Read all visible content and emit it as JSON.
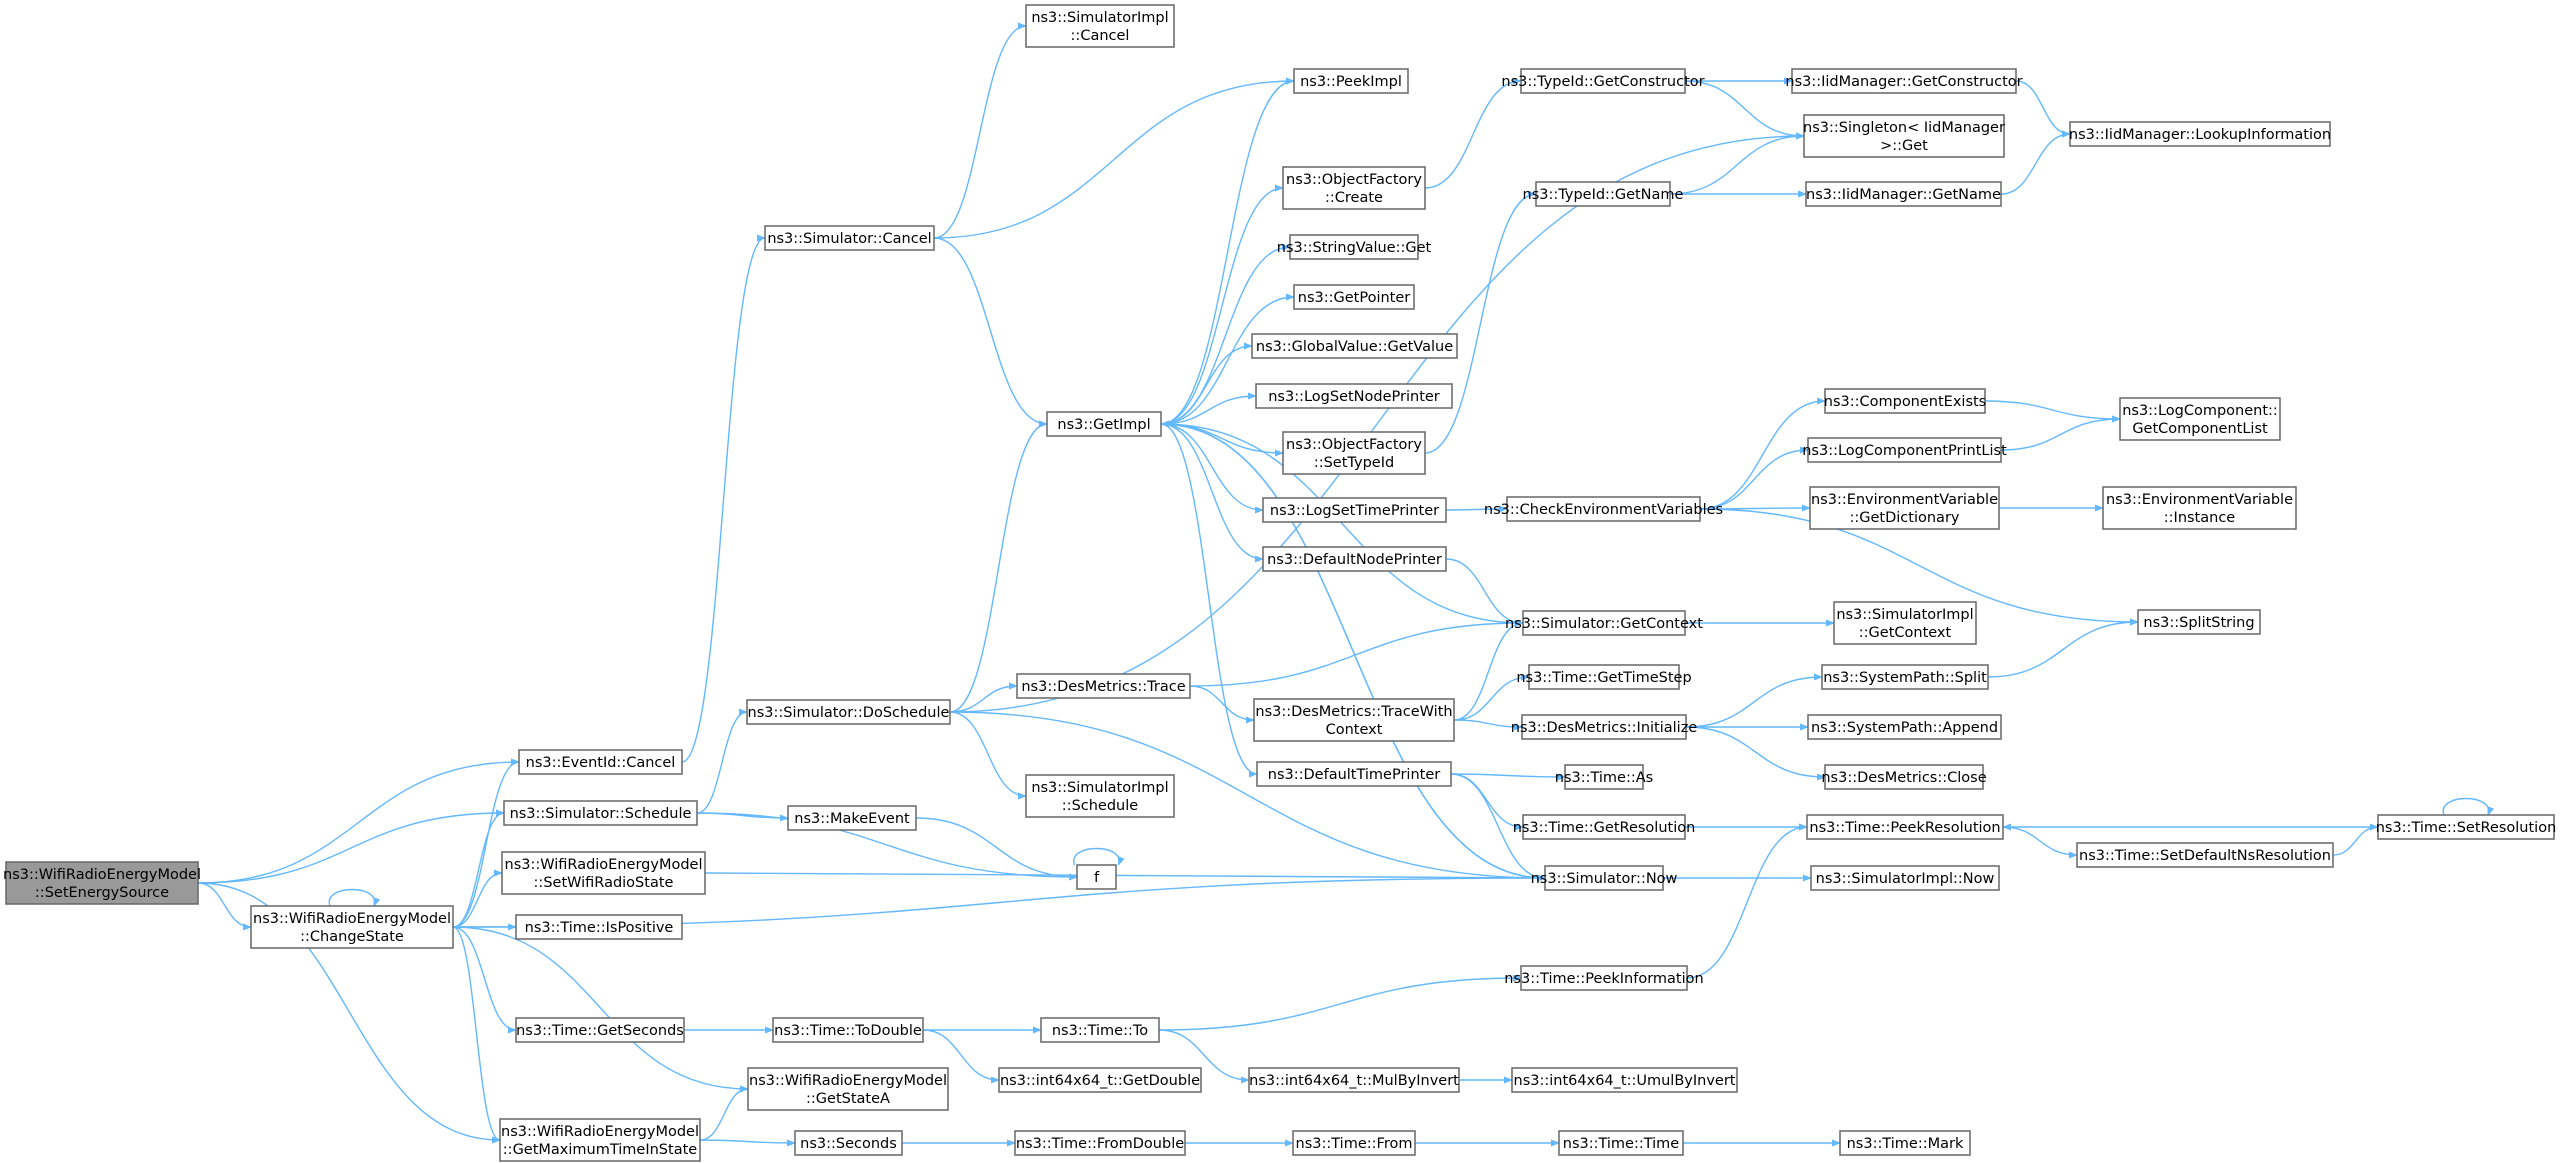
{
  "colors": {
    "edge": "#63b8ff",
    "node_border": "#666666",
    "root_fill": "#999999",
    "node_fill": "#ffffff"
  },
  "nodes": [
    {
      "id": "n0",
      "lines": [
        "ns3::WifiRadioEnergyModel",
        "::SetEnergySource"
      ],
      "root": true
    },
    {
      "id": "n1",
      "lines": [
        "ns3::EventId::Cancel"
      ]
    },
    {
      "id": "n2",
      "lines": [
        "ns3::Simulator::Schedule"
      ]
    },
    {
      "id": "n3",
      "lines": [
        "ns3::WifiRadioEnergyModel",
        "::ChangeState"
      ]
    },
    {
      "id": "n4",
      "lines": [
        "ns3::WifiRadioEnergyModel",
        "::GetMaximumTimeInState"
      ]
    },
    {
      "id": "n5",
      "lines": [
        "ns3::Simulator::Cancel"
      ]
    },
    {
      "id": "n6",
      "lines": [
        "ns3::SimulatorImpl",
        "::Cancel"
      ]
    },
    {
      "id": "n7",
      "lines": [
        "ns3::PeekImpl"
      ]
    },
    {
      "id": "n8",
      "lines": [
        "ns3::GetImpl"
      ]
    },
    {
      "id": "n9",
      "lines": [
        "ns3::Simulator::DoSchedule"
      ]
    },
    {
      "id": "n10",
      "lines": [
        "ns3::MakeEvent"
      ]
    },
    {
      "id": "n11",
      "lines": [
        "f"
      ]
    },
    {
      "id": "n12",
      "lines": [
        "ns3::WifiRadioEnergyModel",
        "::SetWifiRadioState"
      ]
    },
    {
      "id": "n13",
      "lines": [
        "ns3::Time::IsPositive"
      ]
    },
    {
      "id": "n14",
      "lines": [
        "ns3::Time::GetSeconds"
      ]
    },
    {
      "id": "n15",
      "lines": [
        "ns3::WifiRadioEnergyModel",
        "::GetStateA"
      ]
    },
    {
      "id": "n16",
      "lines": [
        "ns3::Seconds"
      ]
    },
    {
      "id": "n17",
      "lines": [
        "ns3::Time::ToDouble"
      ]
    },
    {
      "id": "n18",
      "lines": [
        "ns3::ObjectFactory",
        "::Create"
      ]
    },
    {
      "id": "n19",
      "lines": [
        "ns3::StringValue::Get"
      ]
    },
    {
      "id": "n20",
      "lines": [
        "ns3::GetPointer"
      ]
    },
    {
      "id": "n21",
      "lines": [
        "ns3::GlobalValue::GetValue"
      ]
    },
    {
      "id": "n22",
      "lines": [
        "ns3::LogSetNodePrinter"
      ]
    },
    {
      "id": "n23",
      "lines": [
        "ns3::ObjectFactory",
        "::SetTypeId"
      ]
    },
    {
      "id": "n24",
      "lines": [
        "ns3::LogSetTimePrinter"
      ]
    },
    {
      "id": "n25",
      "lines": [
        "ns3::DefaultNodePrinter"
      ]
    },
    {
      "id": "n26",
      "lines": [
        "ns3::DesMetrics::Trace"
      ]
    },
    {
      "id": "n27",
      "lines": [
        "ns3::DesMetrics::TraceWith",
        "Context"
      ]
    },
    {
      "id": "n28",
      "lines": [
        "ns3::DefaultTimePrinter"
      ]
    },
    {
      "id": "n29",
      "lines": [
        "ns3::SimulatorImpl",
        "::Schedule"
      ]
    },
    {
      "id": "n30",
      "lines": [
        "ns3::Time::To"
      ]
    },
    {
      "id": "n31",
      "lines": [
        "ns3::int64x64_t::GetDouble"
      ]
    },
    {
      "id": "n32",
      "lines": [
        "ns3::Time::FromDouble"
      ]
    },
    {
      "id": "n33",
      "lines": [
        "ns3::int64x64_t::MulByInvert"
      ]
    },
    {
      "id": "n34",
      "lines": [
        "ns3::Time::From"
      ]
    },
    {
      "id": "n35",
      "lines": [
        "ns3::TypeId::GetConstructor"
      ]
    },
    {
      "id": "n36",
      "lines": [
        "ns3::TypeId::GetName"
      ]
    },
    {
      "id": "n37",
      "lines": [
        "ns3::CheckEnvironmentVariables"
      ]
    },
    {
      "id": "n38",
      "lines": [
        "ns3::Simulator::GetContext"
      ]
    },
    {
      "id": "n39",
      "lines": [
        "ns3::Time::GetTimeStep"
      ]
    },
    {
      "id": "n40",
      "lines": [
        "ns3::DesMetrics::Initialize"
      ]
    },
    {
      "id": "n41",
      "lines": [
        "ns3::Time::As"
      ]
    },
    {
      "id": "n42",
      "lines": [
        "ns3::Time::GetResolution"
      ]
    },
    {
      "id": "n43",
      "lines": [
        "ns3::Simulator::Now"
      ]
    },
    {
      "id": "n44",
      "lines": [
        "ns3::Time::PeekInformation"
      ]
    },
    {
      "id": "n45",
      "lines": [
        "ns3::int64x64_t::UmulByInvert"
      ]
    },
    {
      "id": "n46",
      "lines": [
        "ns3::Time::Time"
      ]
    },
    {
      "id": "n47",
      "lines": [
        "ns3::IidManager::GetConstructor"
      ]
    },
    {
      "id": "n48",
      "lines": [
        "ns3::Singleton< IidManager",
        ">::Get"
      ]
    },
    {
      "id": "n49",
      "lines": [
        "ns3::IidManager::GetName"
      ]
    },
    {
      "id": "n50",
      "lines": [
        "ns3::ComponentExists"
      ]
    },
    {
      "id": "n51",
      "lines": [
        "ns3::LogComponentPrintList"
      ]
    },
    {
      "id": "n52",
      "lines": [
        "ns3::EnvironmentVariable",
        "::GetDictionary"
      ]
    },
    {
      "id": "n53",
      "lines": [
        "ns3::SimulatorImpl",
        "::GetContext"
      ]
    },
    {
      "id": "n54",
      "lines": [
        "ns3::SystemPath::Split"
      ]
    },
    {
      "id": "n55",
      "lines": [
        "ns3::SystemPath::Append"
      ]
    },
    {
      "id": "n56",
      "lines": [
        "ns3::DesMetrics::Close"
      ]
    },
    {
      "id": "n57",
      "lines": [
        "ns3::Time::PeekResolution"
      ]
    },
    {
      "id": "n58",
      "lines": [
        "ns3::SimulatorImpl::Now"
      ]
    },
    {
      "id": "n59",
      "lines": [
        "ns3::Time::Mark"
      ]
    },
    {
      "id": "n60",
      "lines": [
        "ns3::IidManager::LookupInformation"
      ]
    },
    {
      "id": "n61",
      "lines": [
        "ns3::LogComponent::",
        "GetComponentList"
      ]
    },
    {
      "id": "n62",
      "lines": [
        "ns3::EnvironmentVariable",
        "::Instance"
      ]
    },
    {
      "id": "n63",
      "lines": [
        "ns3::SplitString"
      ]
    },
    {
      "id": "n64",
      "lines": [
        "ns3::Time::SetDefaultNsResolution"
      ]
    },
    {
      "id": "n65",
      "lines": [
        "ns3::Time::SetResolution"
      ]
    }
  ],
  "edges": [
    [
      "n0",
      "n1"
    ],
    [
      "n0",
      "n2"
    ],
    [
      "n0",
      "n3"
    ],
    [
      "n0",
      "n4"
    ],
    [
      "n3",
      "n3"
    ],
    [
      "n3",
      "n1"
    ],
    [
      "n3",
      "n2"
    ],
    [
      "n3",
      "n4"
    ],
    [
      "n3",
      "n12"
    ],
    [
      "n3",
      "n13"
    ],
    [
      "n3",
      "n14"
    ],
    [
      "n3",
      "n15"
    ],
    [
      "n3",
      "n43"
    ],
    [
      "n1",
      "n5"
    ],
    [
      "n5",
      "n6"
    ],
    [
      "n5",
      "n7"
    ],
    [
      "n5",
      "n8"
    ],
    [
      "n2",
      "n9"
    ],
    [
      "n2",
      "n10"
    ],
    [
      "n2",
      "n11"
    ],
    [
      "n10",
      "n11"
    ],
    [
      "n11",
      "n11"
    ],
    [
      "n9",
      "n8"
    ],
    [
      "n9",
      "n48"
    ],
    [
      "n9",
      "n26"
    ],
    [
      "n9",
      "n29"
    ],
    [
      "n9",
      "n43"
    ],
    [
      "n8",
      "n7"
    ],
    [
      "n8",
      "n18"
    ],
    [
      "n8",
      "n19"
    ],
    [
      "n8",
      "n20"
    ],
    [
      "n8",
      "n21"
    ],
    [
      "n8",
      "n22"
    ],
    [
      "n8",
      "n23"
    ],
    [
      "n8",
      "n24"
    ],
    [
      "n8",
      "n25"
    ],
    [
      "n8",
      "n38"
    ],
    [
      "n8",
      "n28"
    ],
    [
      "n8",
      "n43"
    ],
    [
      "n18",
      "n35"
    ],
    [
      "n35",
      "n47"
    ],
    [
      "n35",
      "n48"
    ],
    [
      "n47",
      "n60"
    ],
    [
      "n23",
      "n36"
    ],
    [
      "n36",
      "n48"
    ],
    [
      "n36",
      "n49"
    ],
    [
      "n49",
      "n60"
    ],
    [
      "n24",
      "n37"
    ],
    [
      "n37",
      "n50"
    ],
    [
      "n37",
      "n51"
    ],
    [
      "n37",
      "n52"
    ],
    [
      "n37",
      "n63"
    ],
    [
      "n50",
      "n61"
    ],
    [
      "n51",
      "n61"
    ],
    [
      "n52",
      "n62"
    ],
    [
      "n25",
      "n38"
    ],
    [
      "n26",
      "n38"
    ],
    [
      "n26",
      "n27"
    ],
    [
      "n27",
      "n38"
    ],
    [
      "n27",
      "n39"
    ],
    [
      "n27",
      "n40"
    ],
    [
      "n38",
      "n53"
    ],
    [
      "n40",
      "n54"
    ],
    [
      "n40",
      "n55"
    ],
    [
      "n40",
      "n56"
    ],
    [
      "n54",
      "n63"
    ],
    [
      "n28",
      "n41"
    ],
    [
      "n28",
      "n42"
    ],
    [
      "n28",
      "n43"
    ],
    [
      "n42",
      "n57"
    ],
    [
      "n57",
      "n64"
    ],
    [
      "n64",
      "n65"
    ],
    [
      "n65",
      "n57"
    ],
    [
      "n65",
      "n65"
    ],
    [
      "n43",
      "n58"
    ],
    [
      "n43",
      "n8"
    ],
    [
      "n12",
      "n43"
    ],
    [
      "n44",
      "n57"
    ],
    [
      "n14",
      "n17"
    ],
    [
      "n17",
      "n30"
    ],
    [
      "n17",
      "n31"
    ],
    [
      "n30",
      "n44"
    ],
    [
      "n30",
      "n33"
    ],
    [
      "n33",
      "n45"
    ],
    [
      "n4",
      "n15"
    ],
    [
      "n4",
      "n16"
    ],
    [
      "n16",
      "n32"
    ],
    [
      "n32",
      "n34"
    ],
    [
      "n34",
      "n46"
    ],
    [
      "n46",
      "n59"
    ]
  ]
}
